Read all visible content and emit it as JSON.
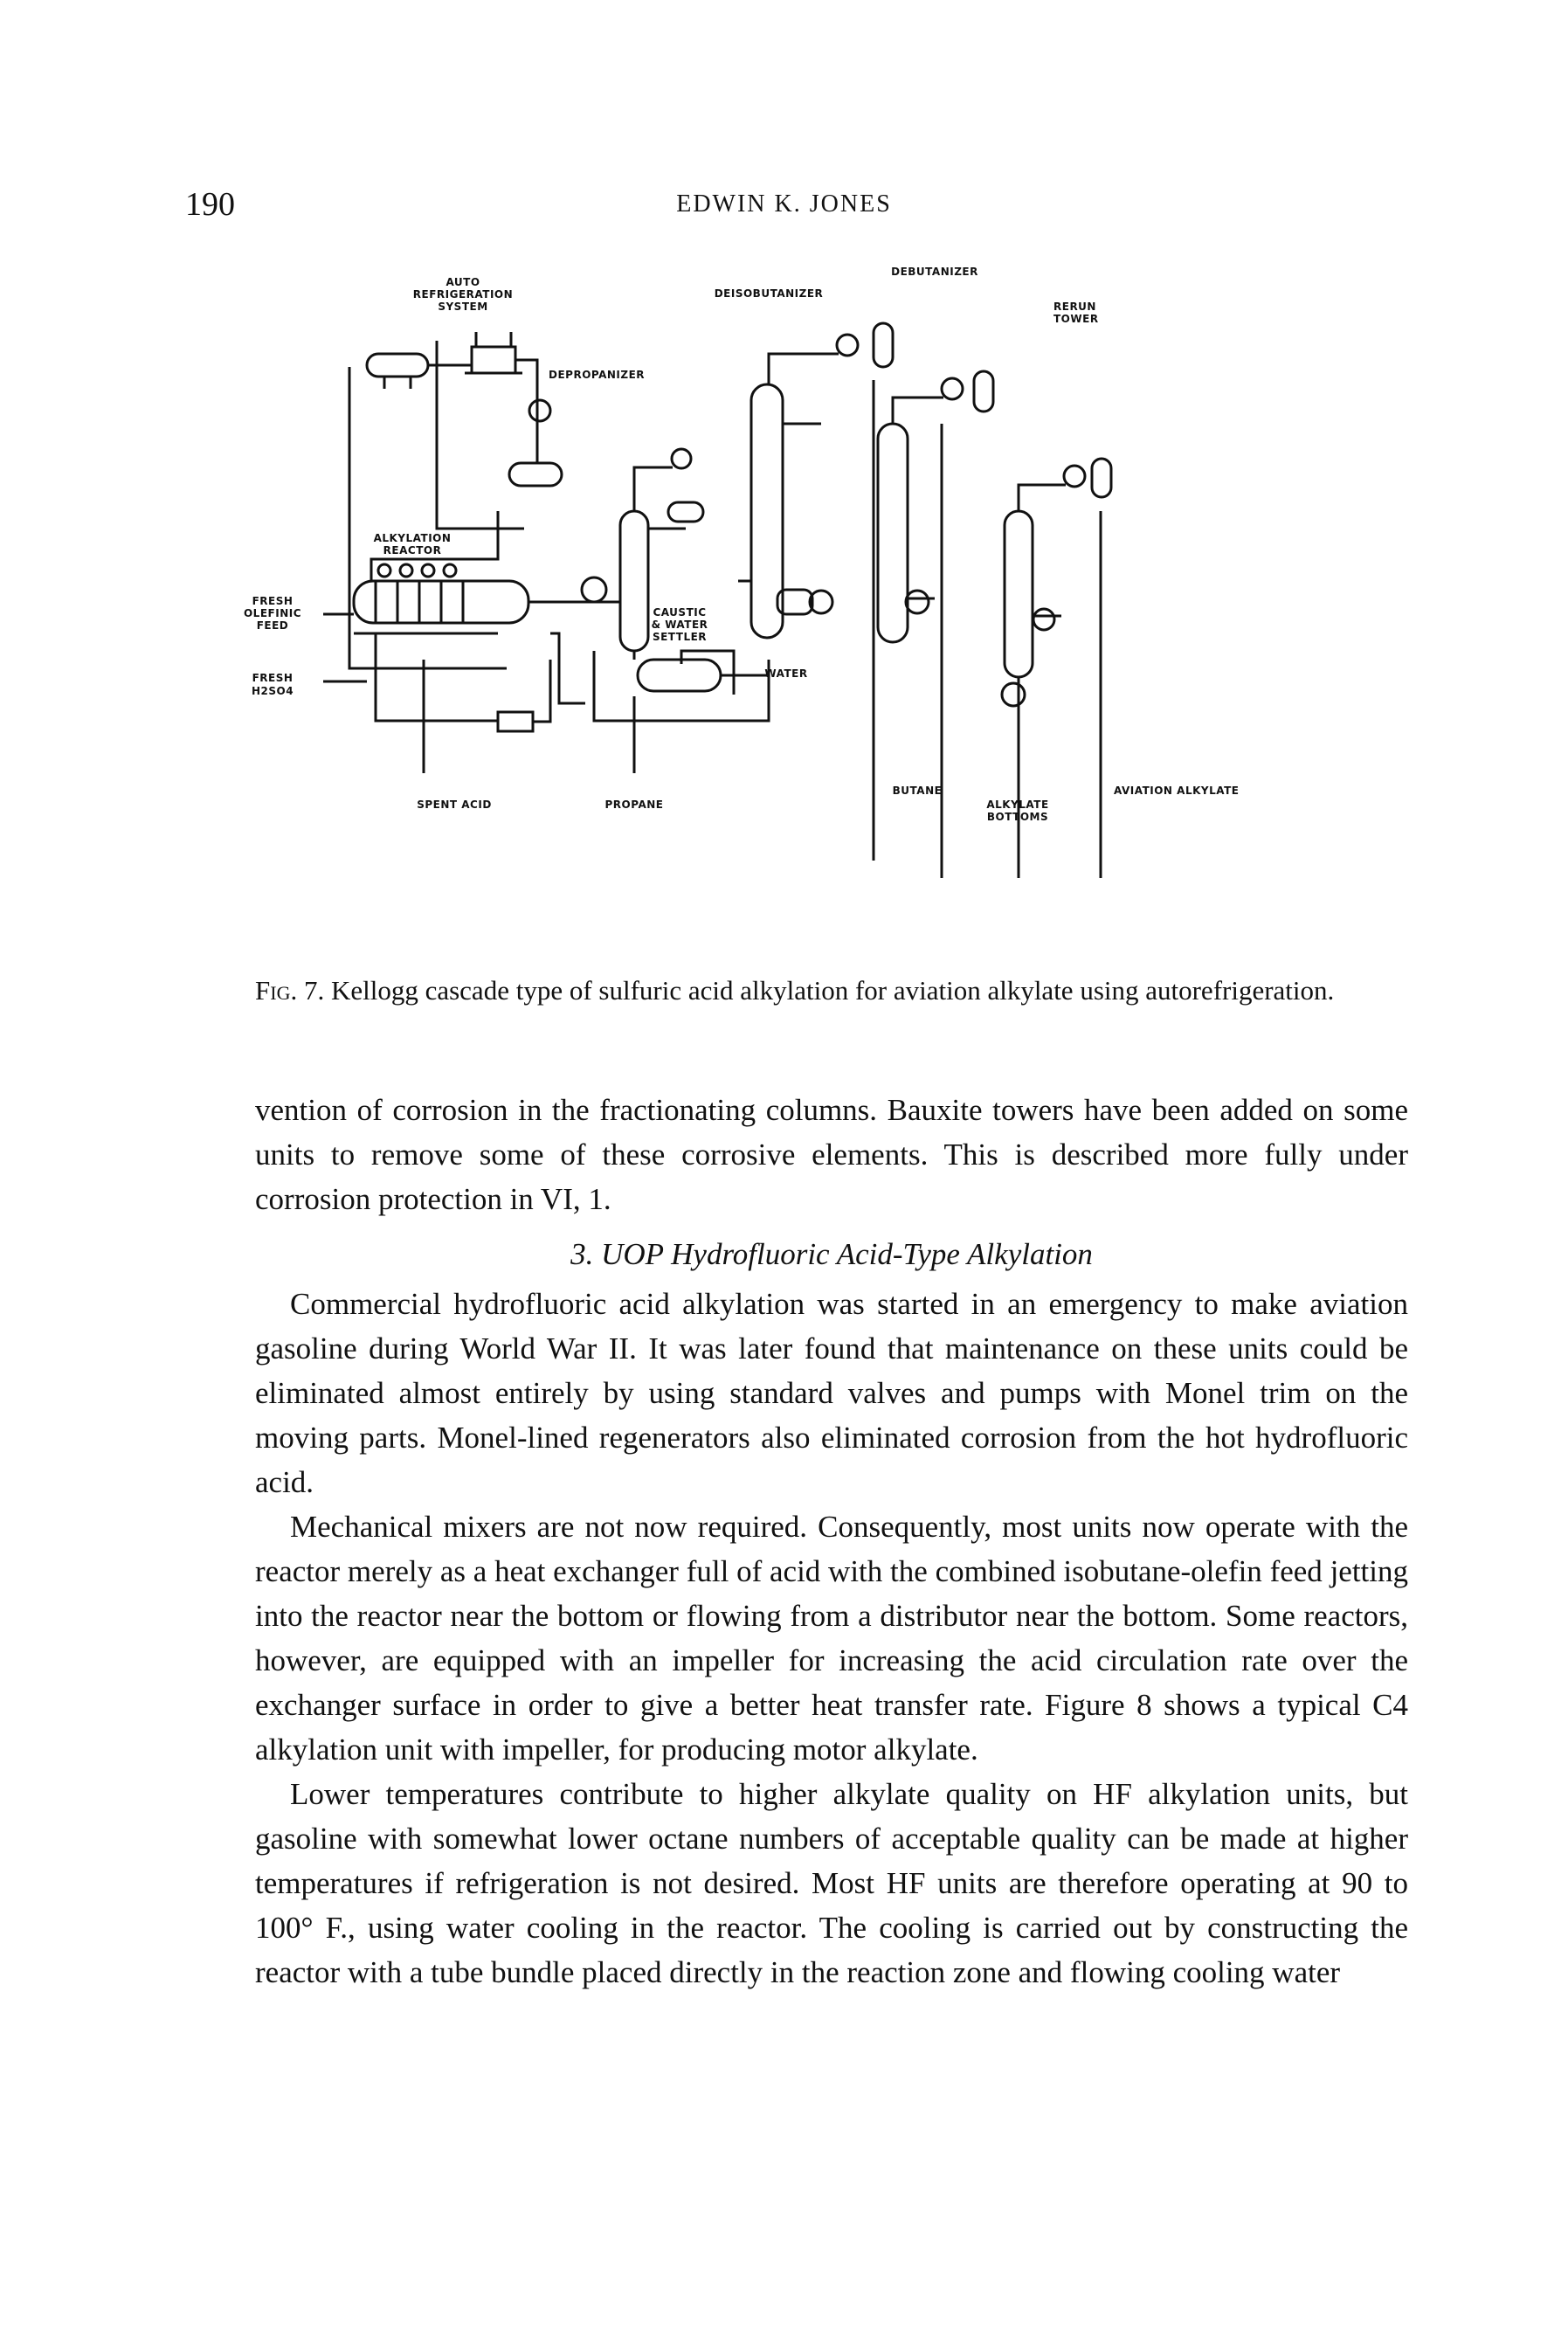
{
  "header": {
    "page_number": "190",
    "running_head": "EDWIN K. JONES"
  },
  "figure": {
    "labels": {
      "auto_refrigeration_1": "AUTO",
      "auto_refrigeration_2": "REFRIGERATION",
      "auto_refrigeration_3": "SYSTEM",
      "debutanizer": "DEBUTANIZER",
      "deisobutanizer": "DEISOBUTANIZER",
      "rerun_tower_1": "RERUN",
      "rerun_tower_2": "TOWER",
      "depropanizer": "DEPROPANIZER",
      "alkylation_reactor_1": "ALKYLATION",
      "alkylation_reactor_2": "REACTOR",
      "fresh_olefinic_feed_1": "FRESH",
      "fresh_olefinic_feed_2": "OLEFINIC",
      "fresh_olefinic_feed_3": "FEED",
      "fresh_h2so4_1": "FRESH",
      "fresh_h2so4_2": "H2SO4",
      "caustic_water_settler_1": "CAUSTIC",
      "caustic_water_settler_2": "& WATER",
      "caustic_water_settler_3": "SETTLER",
      "water": "WATER",
      "spent_acid": "SPENT ACID",
      "propane": "PROPANE",
      "butane": "BUTANE",
      "alkylate_bottoms_1": "ALKYLATE",
      "alkylate_bottoms_2": "BOTTOMS",
      "aviation_alkylate": "AVIATION ALKYLATE"
    }
  },
  "caption": {
    "label": "Fig. 7.",
    "text": "Kellogg cascade type of sulfuric acid alkylation for aviation alkylate using autorefrigeration."
  },
  "body": {
    "para1": "vention of corrosion in the fractionating columns. Bauxite towers have been added on some units to remove some of these corrosive elements. This is described more fully under corrosion protection in VI, 1.",
    "section_heading": "3. UOP Hydrofluoric Acid-Type Alkylation",
    "para2": "Commercial hydrofluoric acid alkylation was started in an emergency to make aviation gasoline during World War II. It was later found that maintenance on these units could be eliminated almost entirely by using standard valves and pumps with Monel trim on the moving parts. Monel-lined regenerators also eliminated corrosion from the hot hydrofluoric acid.",
    "para3": "Mechanical mixers are not now required. Consequently, most units now operate with the reactor merely as a heat exchanger full of acid with the combined isobutane-olefin feed jetting into the reactor near the bottom or flowing from a distributor near the bottom. Some reactors, however, are equipped with an impeller for increasing the acid circulation rate over the exchanger surface in order to give a better heat transfer rate. Figure 8 shows a typical C4 alkylation unit with impeller, for producing motor alkylate.",
    "para4": "Lower temperatures contribute to higher alkylate quality on HF alkylation units, but gasoline with somewhat lower octane numbers of acceptable quality can be made at higher temperatures if refrigeration is not desired. Most HF units are therefore operating at 90 to 100° F., using water cooling in the reactor. The cooling is carried out by constructing the reactor with a tube bundle placed directly in the reaction zone and flowing cooling water"
  }
}
